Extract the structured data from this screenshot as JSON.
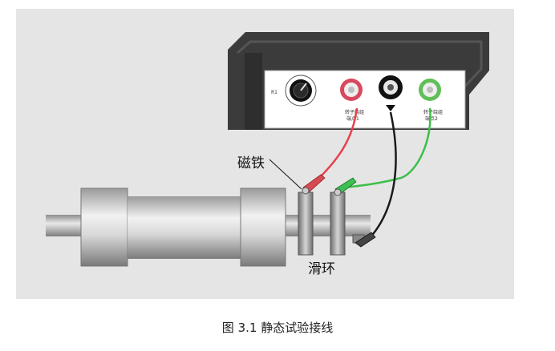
{
  "labels": {
    "magnet": "磁铁",
    "slip_ring": "滑环",
    "r1": "R1",
    "terminal_red": "转子绕组\n端点1",
    "terminal_green": "转子绕组\n端点2"
  },
  "caption": "图 3.1  静态试验接线",
  "colors": {
    "wire_red": "#e8404a",
    "wire_green": "#3cbf4a",
    "wire_black": "#1a1a1a",
    "instrument": "#3b3b3b",
    "panel": "#ffffff"
  },
  "icons": [
    "dial-knob-icon",
    "red-terminal-icon",
    "black-ground-terminal-icon",
    "green-terminal-icon",
    "alligator-clip-icon"
  ]
}
